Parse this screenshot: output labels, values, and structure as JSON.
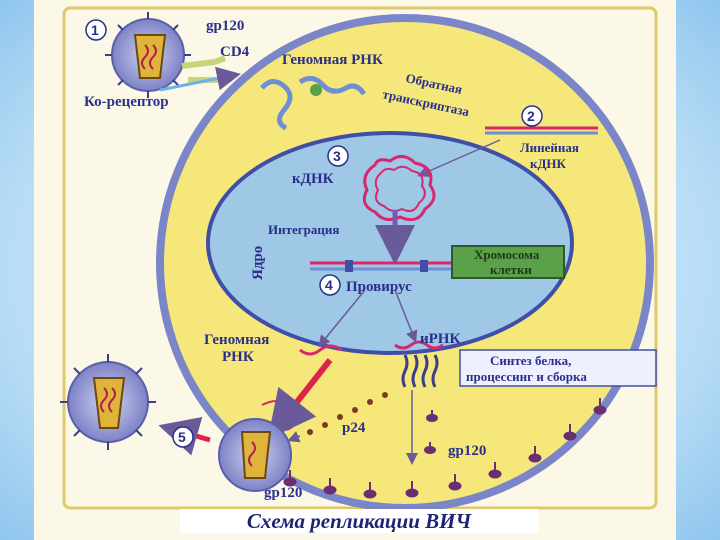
{
  "steps": [
    "1",
    "2",
    "3",
    "4",
    "5"
  ],
  "labels": {
    "gp120_top": "gp120",
    "cd4": "CD4",
    "co_receptor": "Ко-рецептор",
    "genomic_rna_top": "Геномная РНК",
    "reverse_transcriptase_line1": "Обратная",
    "reverse_transcriptase_line2": "транскриптаза",
    "linear_cdna_line1": "Линейная",
    "linear_cdna_line2": "кДНК",
    "cdna": "кДНК",
    "nucleus": "Ядро",
    "integration": "Интеграция",
    "cell_chromosome_line1": "Хромосома",
    "cell_chromosome_line2": "клетки",
    "provirus": "Провирус",
    "genomic_rna_bottom_line1": "Геномная",
    "genomic_rna_bottom_line2": "РНК",
    "mrna": "иРНК",
    "protein_synthesis_line1": "Синтез белка,",
    "protein_synthesis_line2": "процессинг и сборка",
    "p24": "p24",
    "gp120_right": "gp120",
    "gp120_bottom": "gp120"
  },
  "caption": "Схема репликации ВИЧ",
  "colors": {
    "cell": "#f5e77a",
    "cell_border": "#7b86c9",
    "nucleus": "#9ec8e6",
    "nucleus_border": "#3f4fa8",
    "rna": "#d6276f",
    "dna_blue": "#6f8fd4",
    "chromosome_box": "#5aa14a",
    "virus_coat": "#7b7fc0",
    "capsid": "#e0b43a",
    "receptor": "#6a2f72"
  }
}
